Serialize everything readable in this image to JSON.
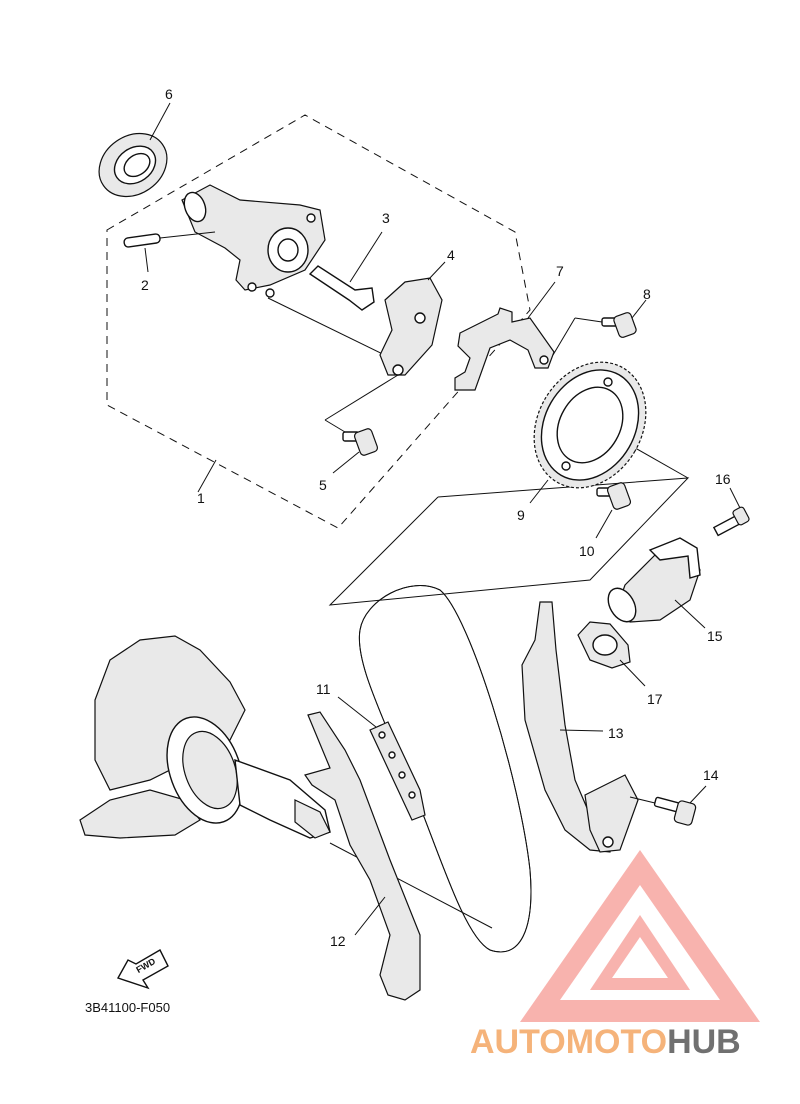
{
  "callouts": [
    {
      "id": "c1",
      "label": "1"
    },
    {
      "id": "c2",
      "label": "2"
    },
    {
      "id": "c3",
      "label": "3"
    },
    {
      "id": "c4",
      "label": "4"
    },
    {
      "id": "c5",
      "label": "5"
    },
    {
      "id": "c6",
      "label": "6"
    },
    {
      "id": "c7",
      "label": "7"
    },
    {
      "id": "c8",
      "label": "8"
    },
    {
      "id": "c9",
      "label": "9"
    },
    {
      "id": "c10",
      "label": "10"
    },
    {
      "id": "c11",
      "label": "11"
    },
    {
      "id": "c12",
      "label": "12"
    },
    {
      "id": "c13",
      "label": "13"
    },
    {
      "id": "c14",
      "label": "14"
    },
    {
      "id": "c15",
      "label": "15"
    },
    {
      "id": "c16",
      "label": "16"
    },
    {
      "id": "c17",
      "label": "17"
    }
  ],
  "diagram_code": "3B41100-F050",
  "fwd_label": "FWD",
  "watermark": {
    "part1": "AUTOMOTO",
    "part2": "HUB",
    "color_primary": "#f29a8f",
    "color_secondary": "#666666"
  }
}
